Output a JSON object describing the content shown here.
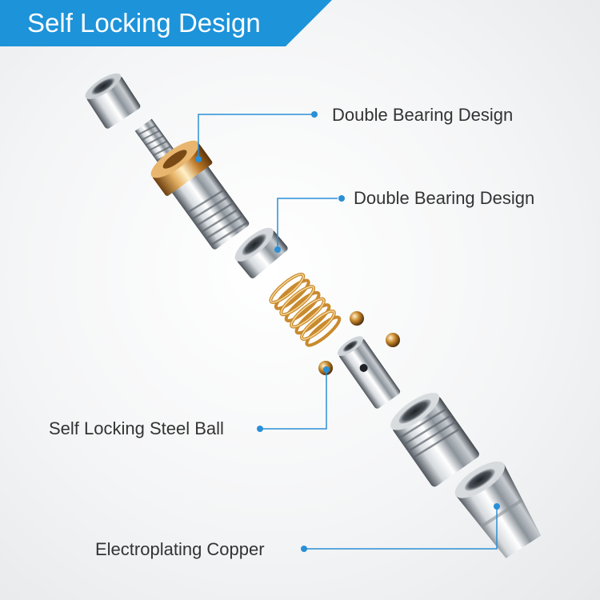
{
  "banner": {
    "title": "Self Locking Design",
    "color": "#1d93d9"
  },
  "callouts": [
    "Double Bearing Design",
    "Double Bearing Design",
    "Self Locking Steel Ball",
    "Electroplating Copper"
  ],
  "colors": {
    "callout_line": "#2a8fd6",
    "callout_dot": "#2a8fd6",
    "text": "#333333",
    "copper": "#c98a2e",
    "chrome": "#9aa1a8"
  }
}
